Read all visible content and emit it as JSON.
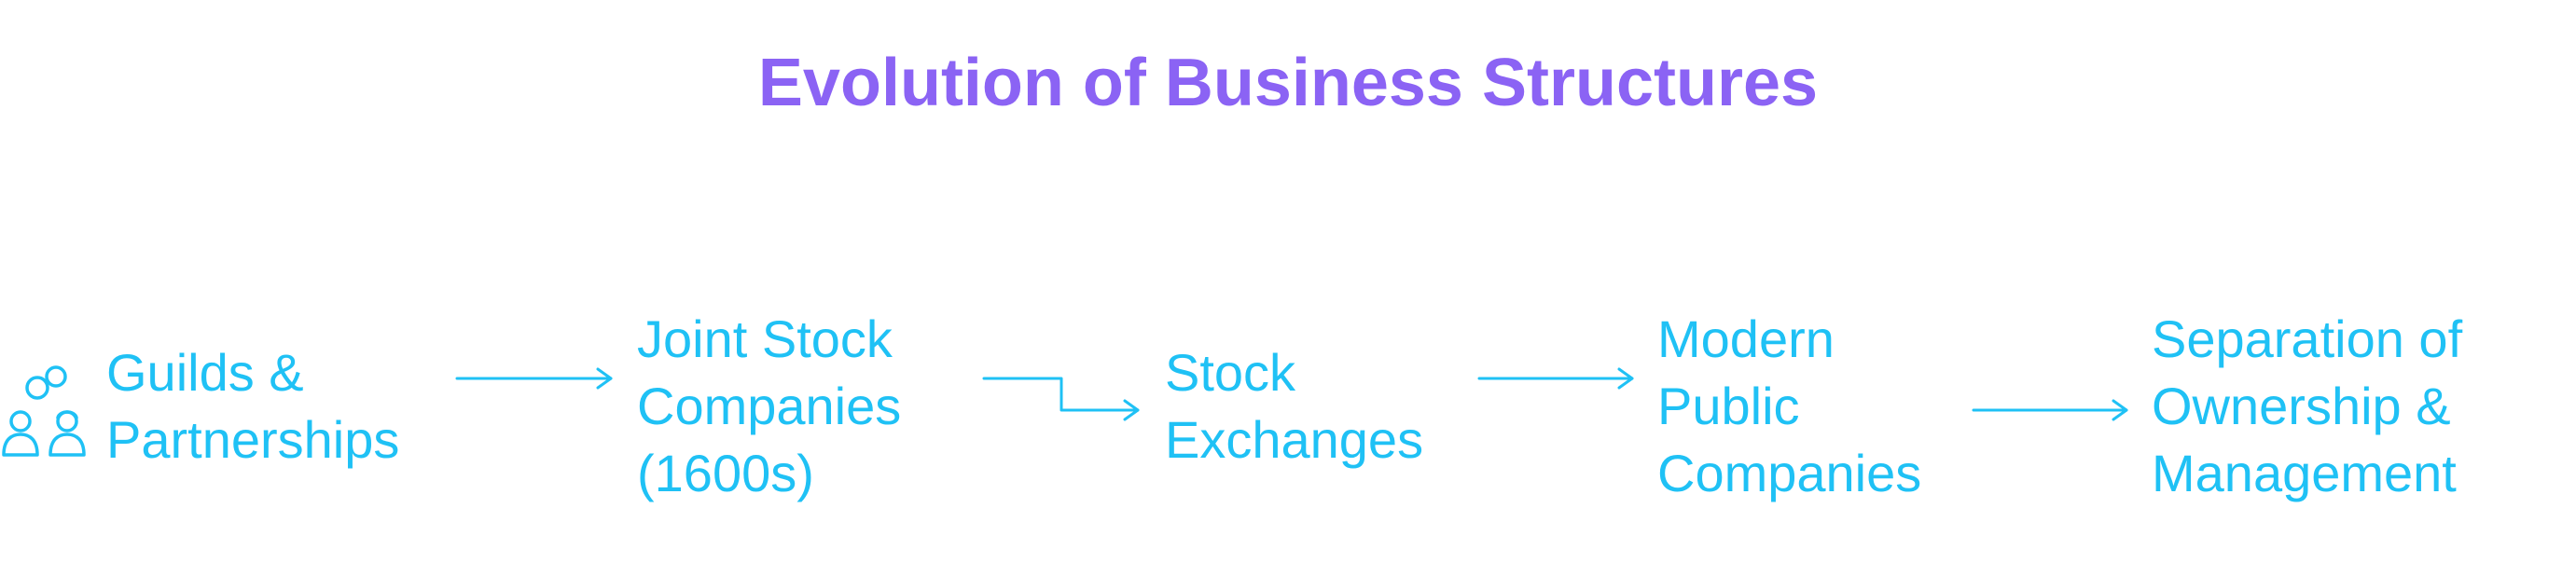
{
  "title": "Evolution of Business Structures",
  "colors": {
    "title": "#8b63f4",
    "accent": "#1fc1f5"
  },
  "steps": [
    {
      "lines": [
        "Guilds &",
        "Partnerships"
      ],
      "icon": "people-link-icon"
    },
    {
      "lines": [
        "Joint Stock",
        "Companies",
        "(1600s)"
      ]
    },
    {
      "lines": [
        "Stock",
        "Exchanges"
      ]
    },
    {
      "lines": [
        "Modern",
        "Public",
        "Companies"
      ]
    },
    {
      "lines": [
        "Separation of",
        "Ownership &",
        "Management"
      ]
    }
  ]
}
